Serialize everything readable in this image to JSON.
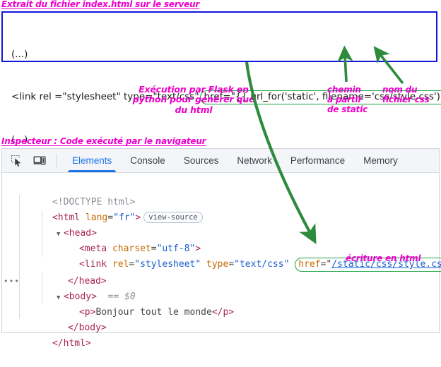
{
  "annotations": {
    "server_file_title": "Extrait du fichier  index.html sur le serveur",
    "flask_note": "Exécution par Flask en\npython pour générer que\ndu html",
    "path_note": "chemin\nà partir\nde static",
    "filename_note": "nom du\nfichier css",
    "inspector_title": "Inspecteur : Code exécuté par le navigateur",
    "html_output_note": "écriture en html"
  },
  "server_file": {
    "line1": "(...)",
    "line2_prefix": "<link rel =\"stylesheet\" type=\"text/css\"",
    "line2_highlight": "href=\"{{ url_for('static', filename='css/style.css') }}\">",
    "line3": "(...)"
  },
  "devtools": {
    "icons": [
      {
        "name": "inspect-element-icon",
        "label": "Inspect element"
      },
      {
        "name": "device-toolbar-icon",
        "label": "Toggle device toolbar"
      }
    ],
    "tabs": [
      {
        "label": "Elements",
        "active": true
      },
      {
        "label": "Console",
        "active": false
      },
      {
        "label": "Sources",
        "active": false
      },
      {
        "label": "Network",
        "active": false
      },
      {
        "label": "Performance",
        "active": false
      },
      {
        "label": "Memory",
        "active": false
      }
    ]
  },
  "dom": {
    "doctype": "<!DOCTYPE html>",
    "html_open_tag": "<html",
    "html_attr_name": "lang",
    "html_attr_value": "\"fr\"",
    "html_close_bracket": ">",
    "view_source_badge": "view-source",
    "head_open": "<head>",
    "meta_tag": "<meta",
    "meta_attr_name": "charset",
    "meta_attr_value": "\"utf-8\"",
    "meta_close": ">",
    "link_tag": "<link",
    "link_rel_name": "rel",
    "link_rel_value": "\"stylesheet\"",
    "link_type_name": "type",
    "link_type_value": "\"text/css\"",
    "link_href_name": "href",
    "link_href_value": "/static/css/style.css",
    "link_href_close": "\">",
    "head_close": "</head>",
    "body_open": "<body>",
    "body_selected_marker": "== $0",
    "body_dots": "•••",
    "p_open": "<p>",
    "p_text": "Bonjour tout le monde",
    "p_close": "</p>",
    "body_close": "</body>",
    "html_close": "</html>"
  },
  "colors": {
    "annotation": "#ee00cc",
    "server_box_border": "#1414dd",
    "highlight_green": "#1aa33f",
    "arrow_green": "#2e8b3d",
    "tab_active": "#1a73e8",
    "tag": "#a8264d",
    "attr": "#c76a00",
    "value": "#1a5fd0"
  }
}
